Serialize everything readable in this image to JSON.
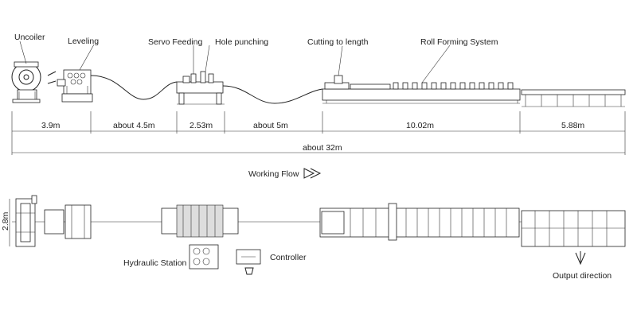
{
  "labels": {
    "uncoiler": "Uncoiler",
    "leveling": "Leveling",
    "servo_feeding": "Servo Feeding",
    "hole_punching": "Hole punching",
    "cutting_to_length": "Cutting to length",
    "roll_forming_system": "Roll Forming System",
    "working_flow": "Working Flow",
    "hydraulic_station": "Hydraulic Station",
    "controller": "Controller",
    "output_direction": "Output direction",
    "width": "2.8m"
  },
  "dimensions": {
    "d1": "3.9m",
    "d2": "about 4.5m",
    "d3": "2.53m",
    "d4": "about 5m",
    "d5": "10.02m",
    "d6": "5.88m",
    "total": "about 32m"
  }
}
